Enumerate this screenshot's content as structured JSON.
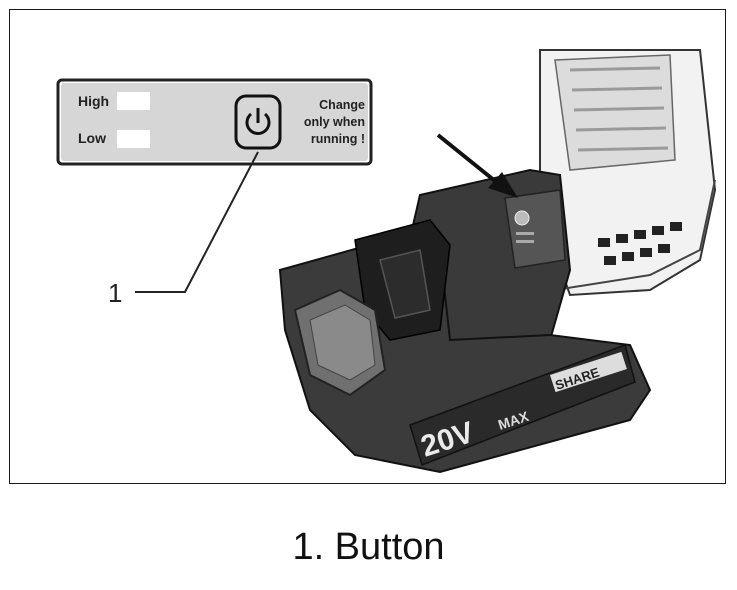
{
  "panel": {
    "high_label": "High",
    "low_label": "Low",
    "change_note_line1": "Change",
    "change_note_line2": "only when",
    "change_note_line3": "running !"
  },
  "callout": {
    "number": "1"
  },
  "battery": {
    "voltage_text": "20V",
    "max_text": "MAX",
    "brand_text": "SHARE"
  },
  "caption": "1. Button"
}
